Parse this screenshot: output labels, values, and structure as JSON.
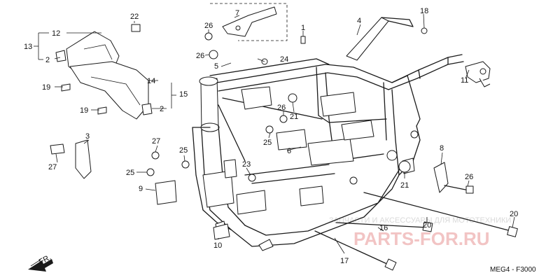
{
  "diagram": {
    "callouts": {
      "c1": "1",
      "c2a": "2",
      "c2b": "2",
      "c3": "3",
      "c4": "4",
      "c5": "5",
      "c6": "6",
      "c7": "7",
      "c8": "8",
      "c9": "9",
      "c10": "10",
      "c11": "11",
      "c12": "12",
      "c13": "13",
      "c14": "14",
      "c15": "15",
      "c16": "16",
      "c17": "17",
      "c18": "18",
      "c19a": "19",
      "c19b": "19",
      "c20a": "20",
      "c20b": "20",
      "c21a": "21",
      "c21b": "21",
      "c22": "22",
      "c23": "23",
      "c24": "24",
      "c25a": "25",
      "c25b": "25",
      "c25c": "25",
      "c26a": "26",
      "c26b": "26",
      "c26c": "26",
      "c26d": "26",
      "c27a": "27",
      "c27b": "27"
    },
    "front_marker": "FR.",
    "diagram_code": "MEG4 - F3000",
    "watermark_line": "ЗАПЧАСТИ И АКСЕССУАРЫ ДЛЯ МОТОТЕХНИКИ",
    "watermark_brand": "PARTS-FOR.RU"
  }
}
